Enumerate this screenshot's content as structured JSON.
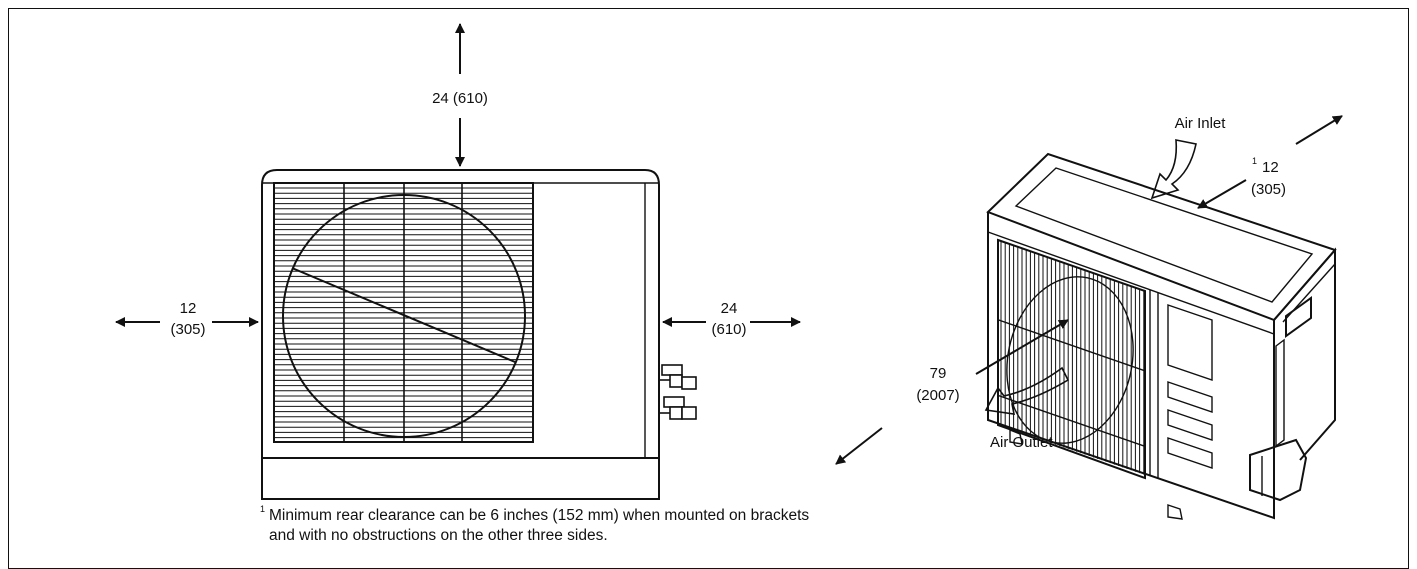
{
  "front_view": {
    "top_clearance": "24 (610)",
    "left_clearance_value": "12",
    "left_clearance_mm": "(305)",
    "right_clearance_value": "24",
    "right_clearance_mm": "(610)"
  },
  "iso_view": {
    "air_inlet": "Air Inlet",
    "air_outlet": "Air Outlet",
    "rear_note_marker": "1",
    "rear_clearance_value": "12",
    "rear_clearance_mm": "(305)",
    "front_clearance_value": "79",
    "front_clearance_mm": "(2007)"
  },
  "footnote": {
    "marker": "1",
    "line1": "Minimum rear clearance can be 6 inches (152 mm) when mounted on brackets",
    "line2": "and with no obstructions on the other three sides."
  }
}
